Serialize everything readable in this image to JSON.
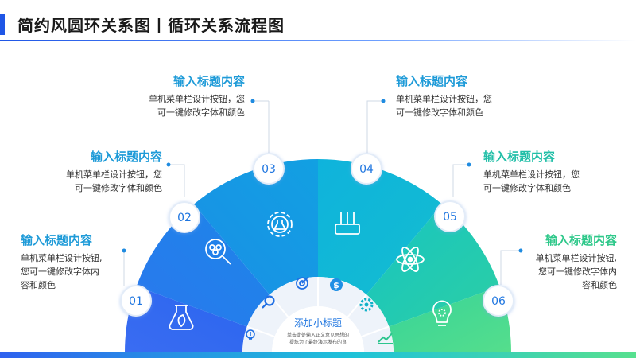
{
  "header": {
    "title": "简约风圆环关系图丨循环关系流程图"
  },
  "center": {
    "title": "添加小标题",
    "text_line1": "单击此处输入正文意见思想的",
    "text_line2": "提炼为了最终演示发布的良"
  },
  "steps": [
    {
      "number": "01",
      "title": "输入标题内容",
      "desc": [
        "单机菜单栏设计按钮,",
        "您可一键修改字体内",
        "容和颜色"
      ],
      "icon": "flask-leaf-icon",
      "color": "#2f62ef"
    },
    {
      "number": "02",
      "title": "输入标题内容",
      "desc": [
        "单机菜单栏设计按钮，您",
        "可一键修改字体和颜色"
      ],
      "icon": "magnifier-molecule-icon",
      "color": "#2076ea"
    },
    {
      "number": "03",
      "title": "输入标题内容",
      "desc": [
        "单机菜单栏设计按钮，您",
        "可一键修改字体和颜色"
      ],
      "icon": "gear-flask-icon",
      "color": "#118de3"
    },
    {
      "number": "04",
      "title": "输入标题内容",
      "desc": [
        "单机菜单栏设计按钮，您",
        "可一键修改字体和颜色"
      ],
      "icon": "test-tubes-icon",
      "color": "#0ea8dc"
    },
    {
      "number": "05",
      "title": "输入标题内容",
      "desc": [
        "单机菜单栏设计按钮，您",
        "可一键修改字体和颜色"
      ],
      "icon": "atom-icon",
      "color": "#1ac4b7"
    },
    {
      "number": "06",
      "title": "输入标题内容",
      "desc": [
        "单机菜单栏设计按钮,",
        "您可一键修改字体内",
        "容和颜色"
      ],
      "icon": "lightbulb-gear-icon",
      "color": "#3fd48f"
    }
  ],
  "inner_icons": [
    "lightbulb-icon",
    "search-icon",
    "target-icon",
    "dollar-icon",
    "gear-icon",
    "chart-icon"
  ],
  "colors": {
    "accent": "#1f56e6",
    "title_blue": "#1f9bd8",
    "title_green": "#2ec88a"
  }
}
